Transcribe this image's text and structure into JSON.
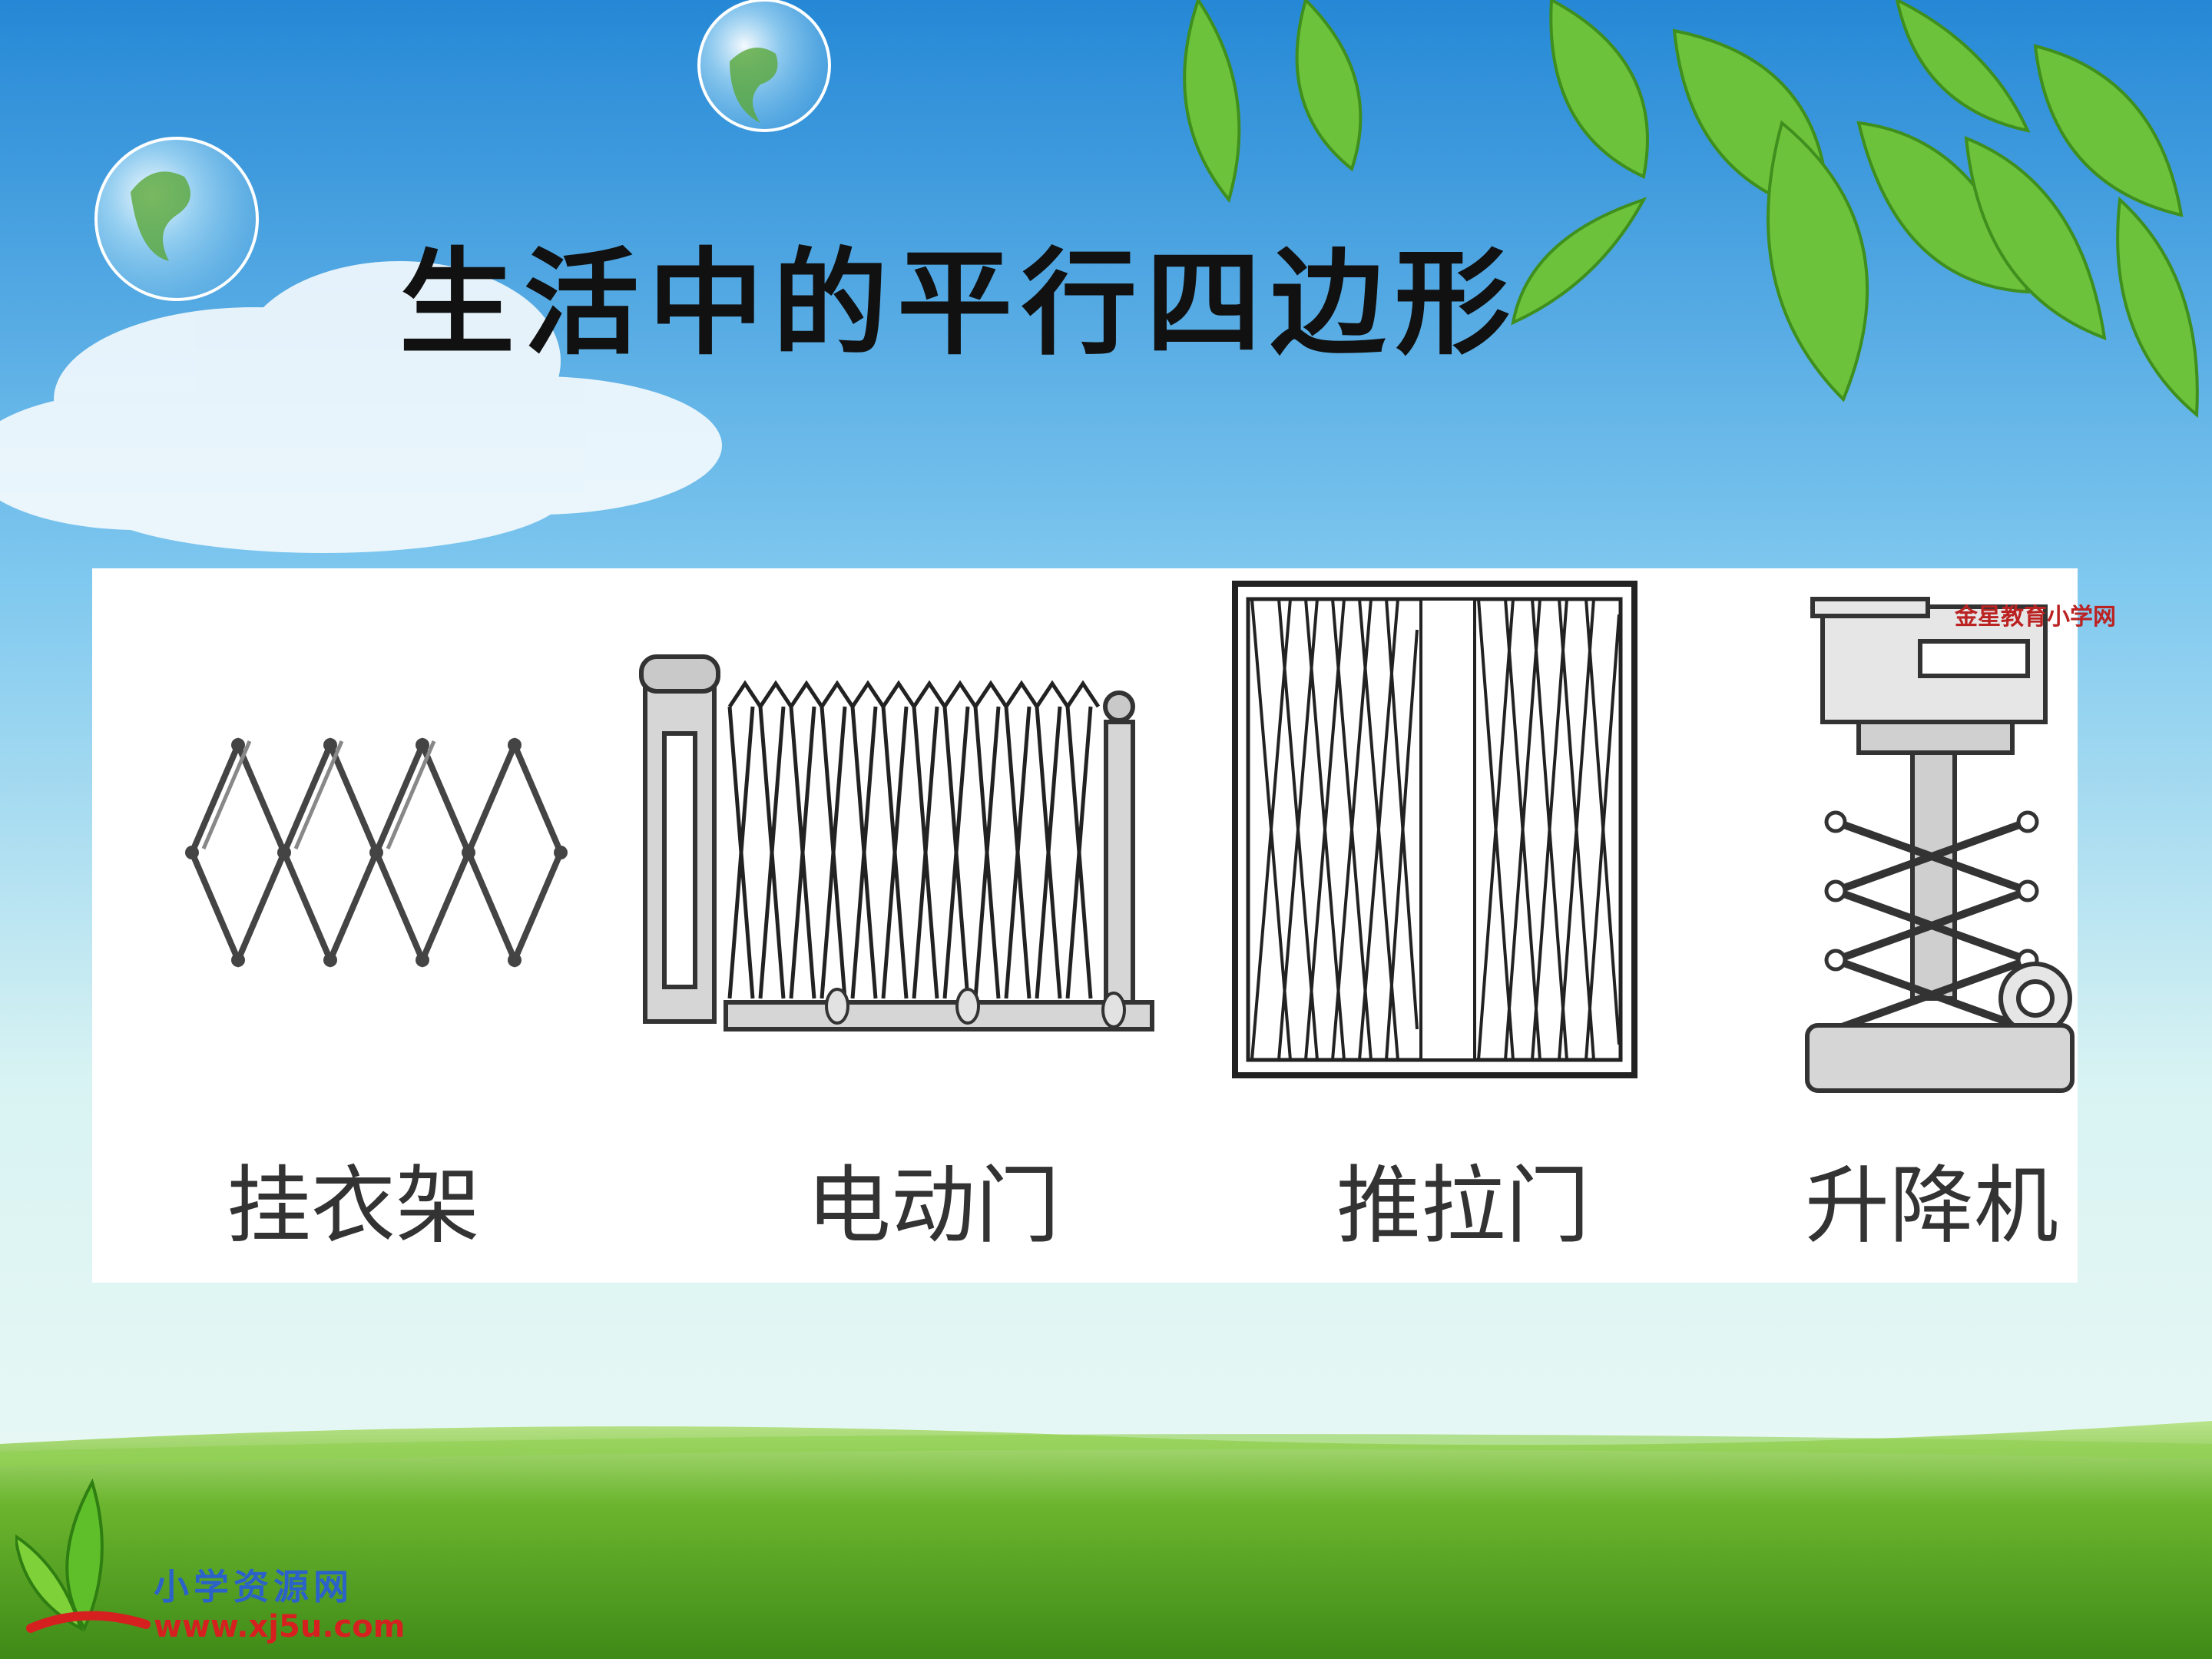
{
  "slide": {
    "title": "生活中的平行四边形",
    "items": [
      {
        "label": "挂衣架"
      },
      {
        "label": "电动门"
      },
      {
        "label": "推拉门"
      },
      {
        "label": "升降机"
      }
    ],
    "image_watermark": "金星教育小学网"
  },
  "footer": {
    "site_name": "小学资源网",
    "site_url": "www.xj5u.com"
  },
  "colors": {
    "sky_top": "#2a8fd8",
    "sky_bottom": "#d9f5f2",
    "leaf": "#6cc23a",
    "grass": "#4f9e1f",
    "site_name_color": "#2b62c9",
    "site_url_color": "#d62020"
  },
  "icons": [
    "globe-bubble-icon",
    "leaf-logo-icon"
  ]
}
